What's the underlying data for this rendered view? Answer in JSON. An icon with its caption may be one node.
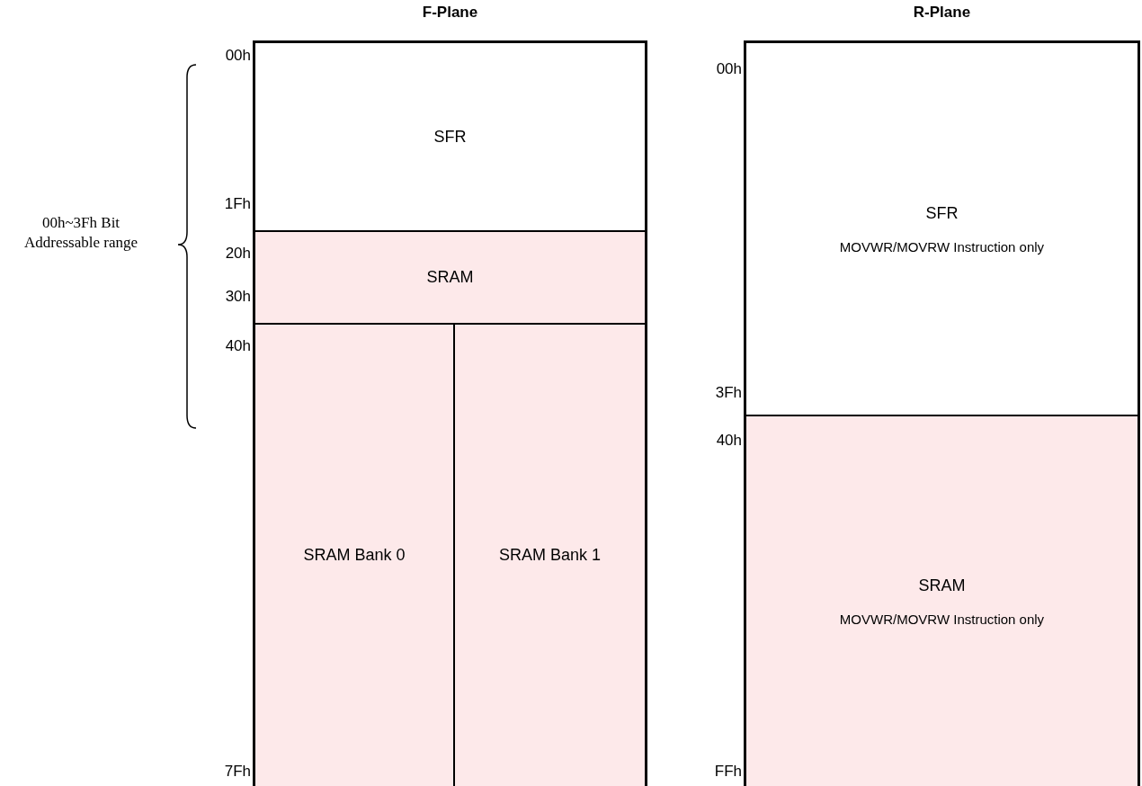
{
  "diagram": {
    "nodes": [
      {
        "text": [
          "F-Plane"
        ]
      },
      {
        "text": [
          "SFR"
        ],
        "in": 0
      },
      {
        "text": [
          "SRAM"
        ],
        "in": 0
      },
      {
        "text": [
          "SRAM Bank 0"
        ],
        "in": 0
      },
      {
        "text": [
          "SRAM Bank 1"
        ],
        "in": 0
      },
      {
        "text": [
          "R-Plane"
        ]
      },
      {
        "text": [
          "SFR",
          "MOVWR/MOVRW Instruction only"
        ],
        "in": 5
      },
      {
        "text": [
          "SRAM",
          "MOVWR/MOVRW Instruction only"
        ],
        "in": 5
      }
    ],
    "labels": [
      "00h",
      "1Fh",
      "20h",
      "30h",
      "40h",
      "7Fh",
      "00h~3Fh Bit Addressable range",
      "00h",
      "3Fh",
      "40h",
      "FFh"
    ]
  }
}
